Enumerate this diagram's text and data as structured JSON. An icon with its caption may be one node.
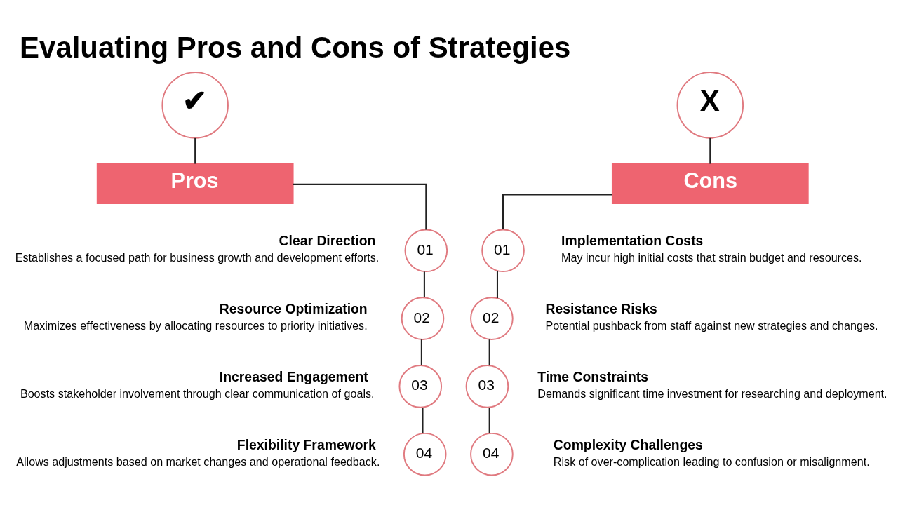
{
  "diagram": {
    "title": "Evaluating Pros and Cons of Strategies",
    "nodes": [
      {
        "text": [
          "✔"
        ]
      },
      {
        "text": [
          "Pros"
        ]
      },
      {
        "text": [
          "01"
        ],
        "beside": [
          "Clear Direction",
          "Establishes a focused path for business growth and development efforts."
        ]
      },
      {
        "text": [
          "02"
        ],
        "beside": [
          "Resource Optimization",
          "Maximizes effectiveness by allocating resources to priority initiatives."
        ]
      },
      {
        "text": [
          "03"
        ],
        "beside": [
          "Increased Engagement",
          "Boosts stakeholder involvement through clear communication of goals."
        ]
      },
      {
        "text": [
          "04"
        ],
        "beside": [
          "Flexibility Framework",
          "Allows adjustments based on market changes and operational feedback."
        ]
      },
      {
        "text": [
          "X"
        ]
      },
      {
        "text": [
          "Cons"
        ]
      },
      {
        "text": [
          "01"
        ],
        "beside": [
          "Implementation Costs",
          "May incur high initial costs that strain budget and resources."
        ]
      },
      {
        "text": [
          "02"
        ],
        "beside": [
          "Resistance Risks",
          "Potential pushback from staff against new strategies and changes."
        ]
      },
      {
        "text": [
          "03"
        ],
        "beside": [
          "Time Constraints",
          "Demands significant time investment for researching and deployment."
        ]
      },
      {
        "text": [
          "04"
        ],
        "beside": [
          "Complexity Challenges",
          "Risk of over-complication leading to confusion or misalignment."
        ]
      }
    ],
    "edges": [
      {
        "from": 0,
        "to": 1,
        "arrow": "none"
      },
      {
        "from": 1,
        "to": 2,
        "arrow": "none"
      },
      {
        "from": 2,
        "to": 3,
        "arrow": "none"
      },
      {
        "from": 3,
        "to": 4,
        "arrow": "none"
      },
      {
        "from": 4,
        "to": 5,
        "arrow": "none"
      },
      {
        "from": 6,
        "to": 7,
        "arrow": "none"
      },
      {
        "from": 7,
        "to": 8,
        "arrow": "none"
      },
      {
        "from": 8,
        "to": 9,
        "arrow": "none"
      },
      {
        "from": 9,
        "to": 10,
        "arrow": "none"
      },
      {
        "from": 10,
        "to": 11,
        "arrow": "none"
      }
    ]
  }
}
